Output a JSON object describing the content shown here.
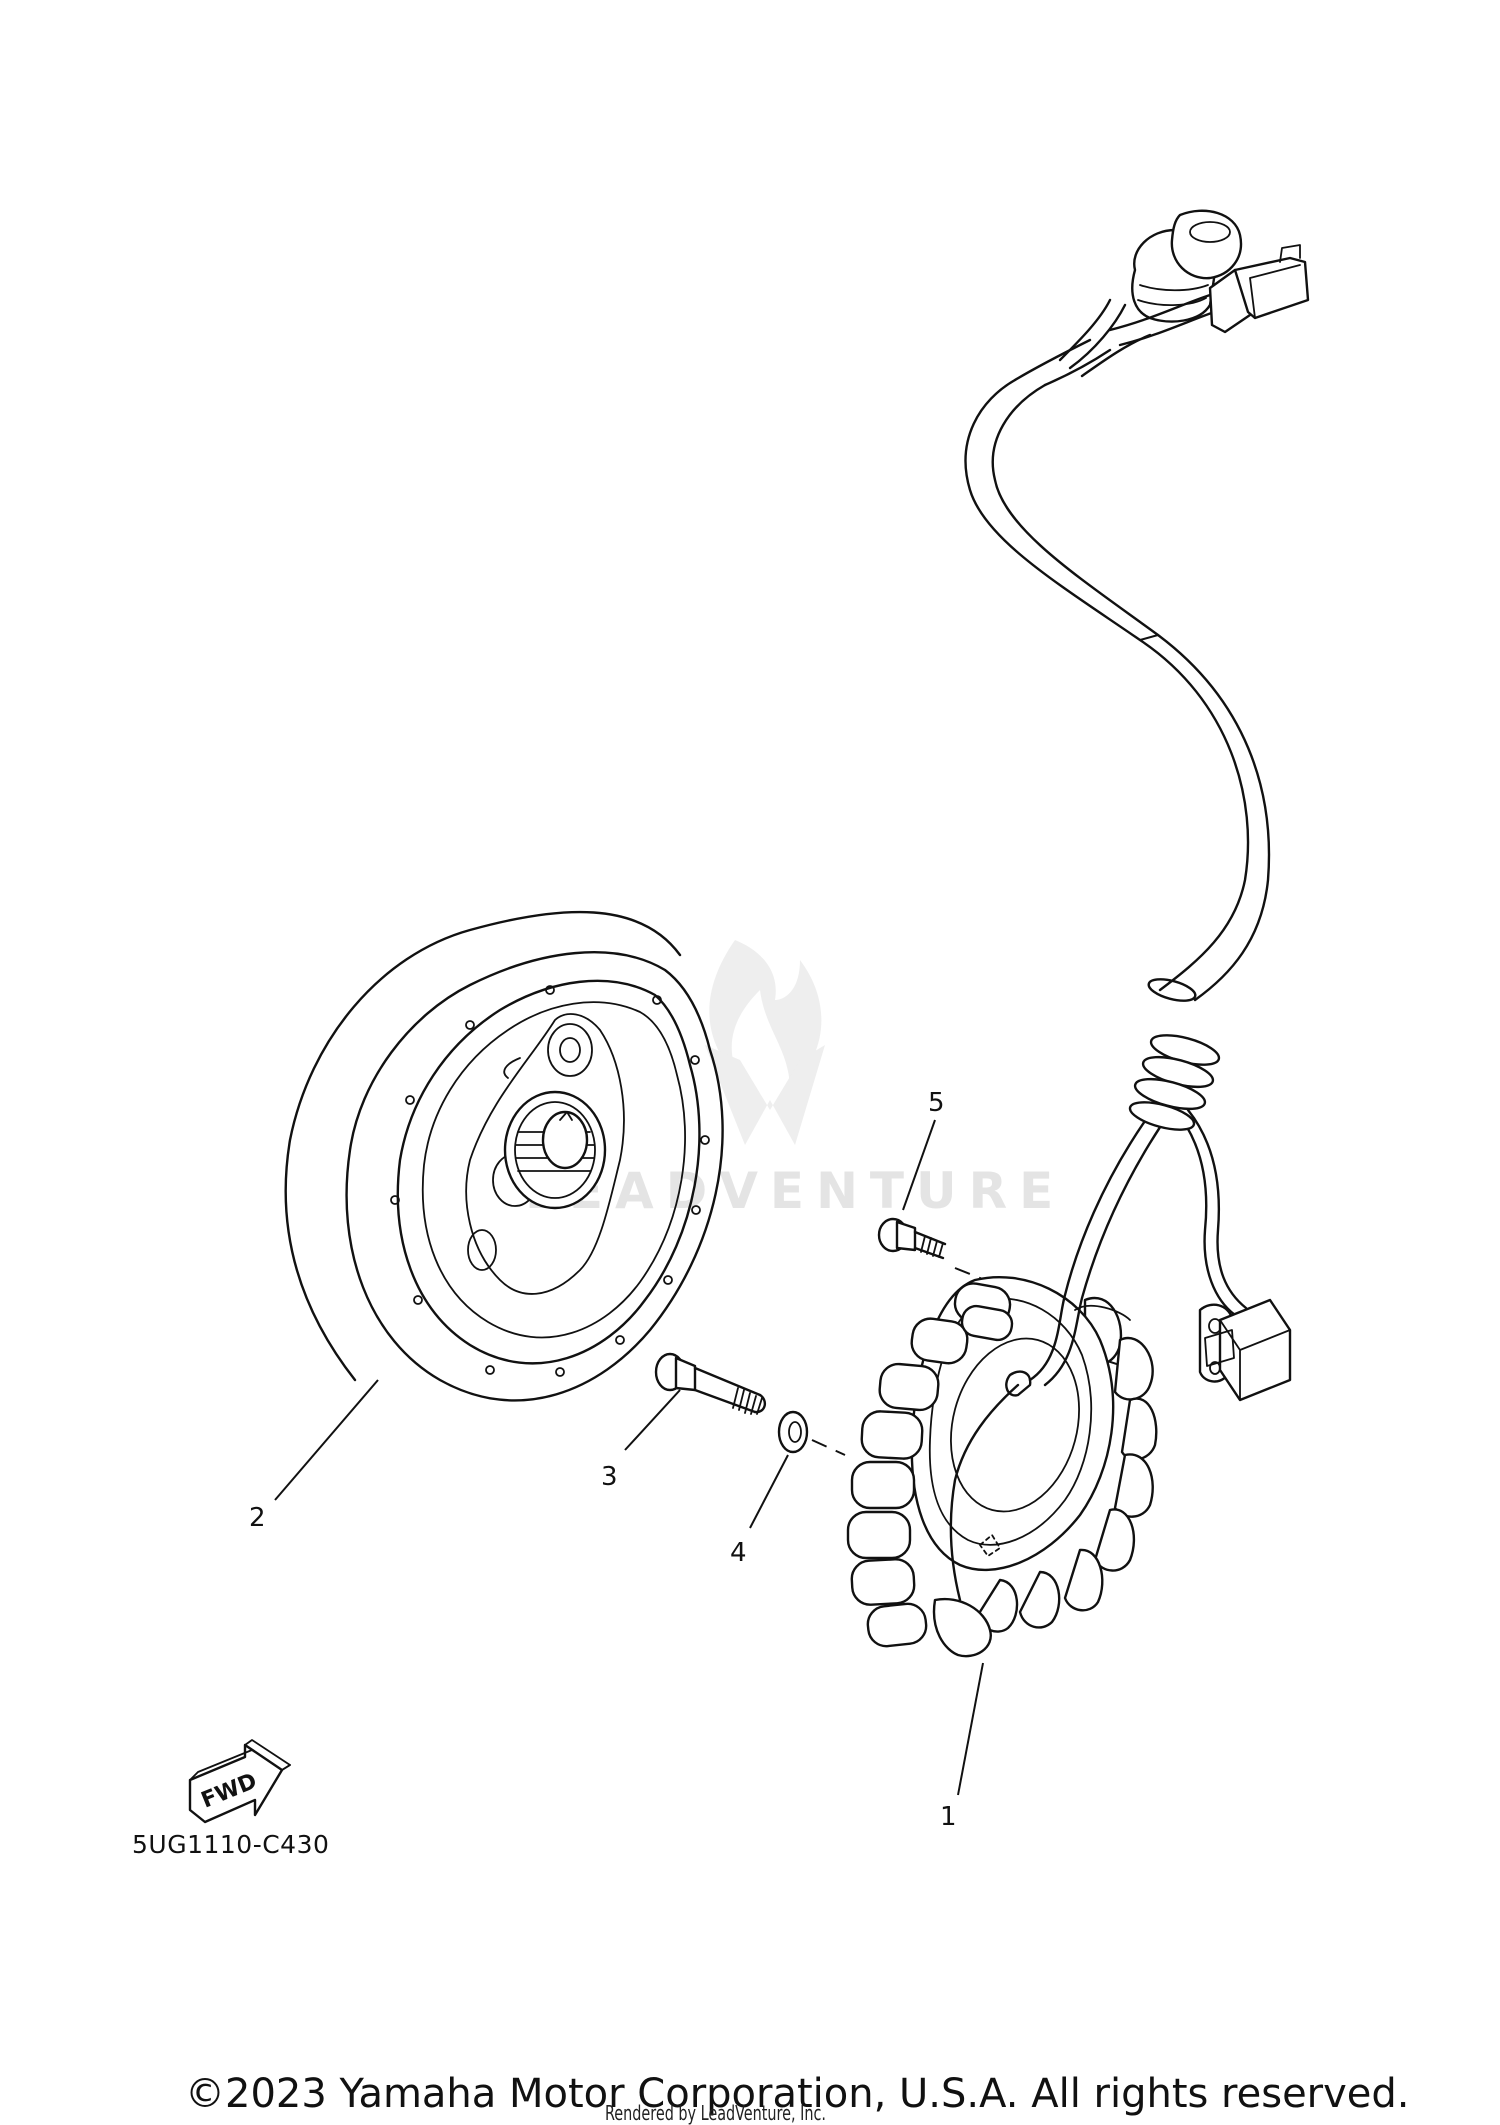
{
  "diagram_code": "5UG1110-C430",
  "callouts": [
    {
      "id": "1",
      "label": "1"
    },
    {
      "id": "2",
      "label": "2"
    },
    {
      "id": "3",
      "label": "3"
    },
    {
      "id": "4",
      "label": "4"
    },
    {
      "id": "5",
      "label": "5"
    }
  ],
  "fwd_label": "FWD",
  "watermark_text": "LEADVENTURE",
  "copyright": "©2023 Yamaha Motor Corporation, U.S.A. All rights reserved.",
  "rendered_by": "Rendered by LeadVenture, Inc."
}
